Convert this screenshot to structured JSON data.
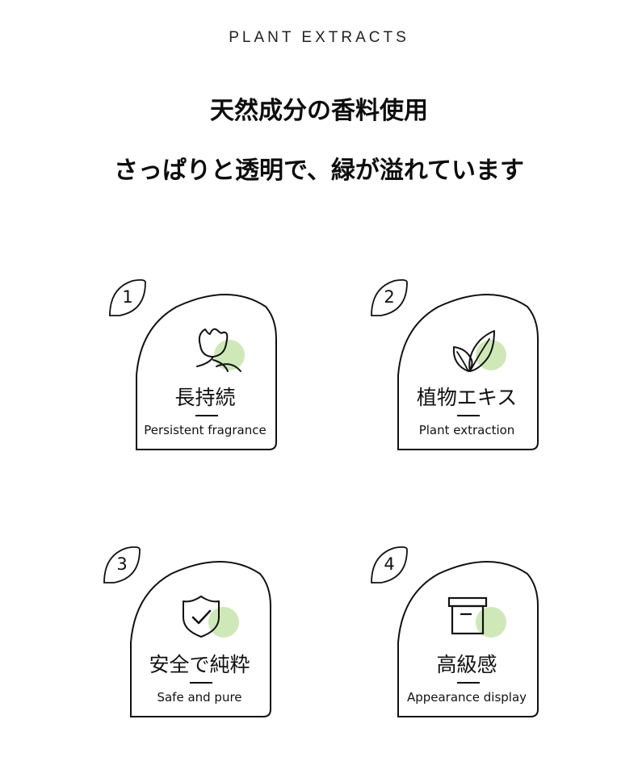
{
  "header": {
    "eyebrow": "PLANT EXTRACTS",
    "headline_1": "天然成分の香料使用",
    "headline_2": "さっぱりと透明で、緑が溢れています"
  },
  "colors": {
    "accent_green": "#cfe8b8",
    "line": "#111111",
    "background": "#ffffff"
  },
  "features": [
    {
      "number": "1",
      "title": "長持続",
      "subtitle": "Persistent fragrance",
      "icon": "flower-icon"
    },
    {
      "number": "2",
      "title": "植物エキス",
      "subtitle": "Plant extraction",
      "icon": "leaves-icon"
    },
    {
      "number": "3",
      "title": "安全で純粋",
      "subtitle": "Safe and pure",
      "icon": "shield-check-icon"
    },
    {
      "number": "4",
      "title": "高級感",
      "subtitle": "Appearance display",
      "icon": "box-icon"
    }
  ]
}
